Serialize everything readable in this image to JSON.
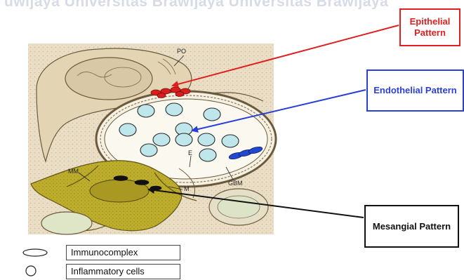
{
  "watermark": "uwijaya   Universitas Brawijaya   Universitas Brawijaya",
  "callouts": {
    "epithelial": "Epithelial Pattern",
    "endothelial": "Endothelial Pattern",
    "mesangial": "Mesangial Pattern"
  },
  "labels": {
    "po": "PO",
    "e": "E",
    "mm": "MM",
    "gbm": "GBM",
    "m": "M"
  },
  "legend": [
    {
      "icon": "ellipse-outline-icon",
      "label": "Immunocomplex"
    },
    {
      "icon": "circle-outline-icon",
      "label": "Inflammatory cells"
    }
  ],
  "colors": {
    "epithelial": "#e02020",
    "endothelial": "#2a3fd8",
    "mesangial": "#111111",
    "cell": "#bfe6ea",
    "mesangium": "#bfae2a",
    "tissue": "#e9ddc2"
  }
}
